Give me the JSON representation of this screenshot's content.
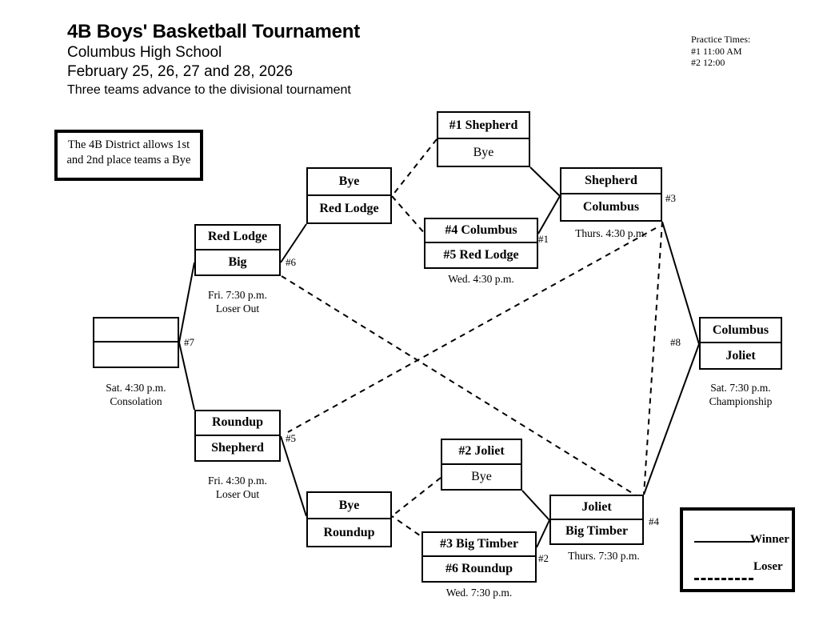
{
  "header": {
    "title": "4B Boys' Basketball Tournament",
    "venue": "Columbus High School",
    "dates": "February 25, 26, 27 and 28, 2026",
    "note": "Three teams advance to the divisional tournament"
  },
  "practice_times": {
    "heading": "Practice Times:",
    "line1": "#1 11:00 AM",
    "line2": "#2 12:00"
  },
  "bye_note": {
    "line1": "The 4B District allows 1st",
    "line2": "and 2nd place teams a Bye"
  },
  "legend": {
    "winner_label": "Winner",
    "loser_label": "Loser"
  },
  "games": {
    "g1": {
      "number": "#1",
      "top": "#4 Columbus",
      "bottom": "#5 Red Lodge",
      "caption": "Wed. 4:30 p.m."
    },
    "g2": {
      "number": "#2",
      "top": "#3 Big Timber",
      "bottom": "#6 Roundup",
      "caption": "Wed. 7:30 p.m."
    },
    "g3": {
      "number": "#3",
      "top": "Shepherd",
      "bottom": "Columbus",
      "caption": "Thurs. 4:30 p.m."
    },
    "g4": {
      "number": "#4",
      "top": "Joliet",
      "bottom": "Big Timber",
      "caption": "Thurs. 7:30 p.m."
    },
    "g5": {
      "number": "#5",
      "top": "Roundup",
      "bottom": "Shepherd",
      "caption_line1": "Fri. 4:30 p.m.",
      "caption_line2": "Loser Out"
    },
    "g6": {
      "number": "#6",
      "top": "Red Lodge",
      "bottom": "Big",
      "caption_line1": "Fri. 7:30 p.m.",
      "caption_line2": "Loser Out"
    },
    "g7": {
      "number": "#7",
      "top": "",
      "bottom": "",
      "caption_line1": "Sat. 4:30 p.m.",
      "caption_line2": "Consolation"
    },
    "g8": {
      "number": "#8",
      "top": "Columbus",
      "bottom": "Joliet",
      "caption_line1": "Sat. 7:30 p.m.",
      "caption_line2": "Championship"
    },
    "seed1": {
      "top": "#1 Shepherd",
      "bottom": "Bye"
    },
    "seed2": {
      "top": "#2 Joliet",
      "bottom": "Bye"
    },
    "lb_upper": {
      "top": "Bye",
      "bottom": "Red Lodge"
    },
    "lb_lower": {
      "top": "Bye",
      "bottom": "Roundup"
    }
  }
}
